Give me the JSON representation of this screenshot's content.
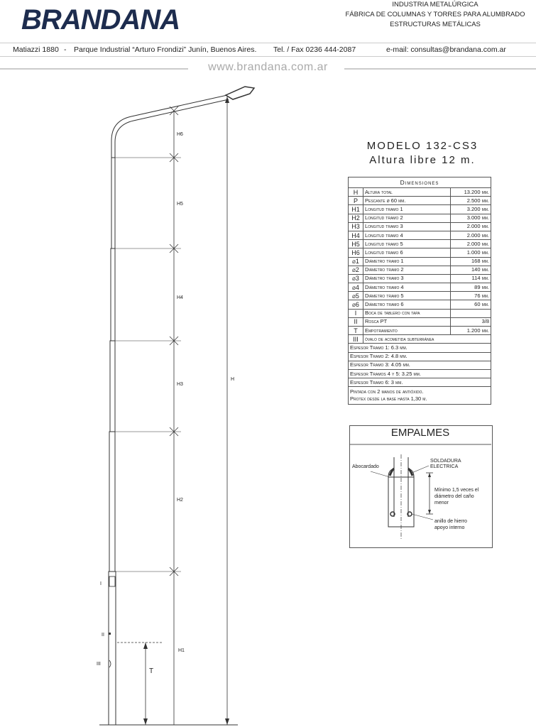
{
  "header": {
    "logo_text": "BRANDANA",
    "line1": "INDUSTRIA METALÚRGICA",
    "line2": "FÁBRICA DE COLUMNAS Y TORRES PARA ALUMBRADO",
    "line3": "ESTRUCTURAS METÁLICAS",
    "address_street": "Matiazzi 1880",
    "address_sep": "-",
    "address_park": "Parque Industrial “Arturo Frondizi”  Junín, Buenos Aires.",
    "phone": "Tel. / Fax 0236 444-2087",
    "email": "e-mail: consultas@brandana.com.ar",
    "website": "www.brandana.com.ar"
  },
  "model": {
    "title": "MODELO 132-CS3",
    "subtitle": "Altura libre 12 m."
  },
  "table": {
    "heading": "Dimensiones",
    "rows": [
      {
        "sym": "H",
        "label": "Altura total",
        "value": "13.200 mm."
      },
      {
        "sym": "P",
        "label": "Pescante ø 60 mm.",
        "value": "2.500 mm."
      },
      {
        "sym": "H1",
        "label": "Longitud tramo 1",
        "value": "3.200 mm."
      },
      {
        "sym": "H2",
        "label": "Longitud tramo 2",
        "value": "3.000 mm."
      },
      {
        "sym": "H3",
        "label": "Longitud tramo 3",
        "value": "2.000 mm."
      },
      {
        "sym": "H4",
        "label": "Longitud tramo 4",
        "value": "2.000 mm."
      },
      {
        "sym": "H5",
        "label": "Longitud tramo 5",
        "value": "2.000 mm."
      },
      {
        "sym": "H6",
        "label": "Longitud tramo 6",
        "value": "1.000 mm."
      },
      {
        "sym": "ø1",
        "label": "Diámetro tramo 1",
        "value": "168 mm."
      },
      {
        "sym": "ø2",
        "label": "Diámetro tramo 2",
        "value": "140 mm."
      },
      {
        "sym": "ø3",
        "label": "Diámetro tramo 3",
        "value": "114 mm."
      },
      {
        "sym": "ø4",
        "label": "Diámetro tramo 4",
        "value": "89 mm."
      },
      {
        "sym": "ø5",
        "label": "Diámetro tramo 5",
        "value": "76 mm."
      },
      {
        "sym": "ø6",
        "label": "Diámetro tramo 6",
        "value": "60 mm."
      },
      {
        "sym": "I",
        "label": "Boca de tablero con tapa",
        "value": ""
      },
      {
        "sym": "II",
        "label": "Rosca PT",
        "value": "3/8"
      },
      {
        "sym": "T",
        "label": "Empotramiento",
        "value": "1.200 mm."
      }
    ],
    "row_iii": {
      "sym": "III",
      "label": "óvalo de acometida subterránea"
    },
    "espesores": [
      "Espesor Tramo 1: 6.3 mm.",
      "Espesor Tramo 2: 4.8 mm.",
      "Espesor Tramo 3: 4.05 mm.",
      "Espesor Tramos 4 y 5: 3.25 mm.",
      "Espesor Tramo 6: 3 mm."
    ],
    "note1": "Pintada con 2 manos de antióxido.",
    "note2": "Protex  desde la base hasta 1,30 m."
  },
  "empalmes": {
    "title": "EMPALMES",
    "abocardado": "Abocardado",
    "soldadura1": "SOLDADURA",
    "soldadura2": "ELECTRICA",
    "minimo1": "Mínimo 1,5 veces el",
    "minimo2": "diámetro del caño",
    "minimo3": "menor",
    "anillo1": "anillo de hierro",
    "anillo2": "apoyo interno"
  },
  "diagram": {
    "labels": {
      "H": "H",
      "H1": "H1",
      "H2": "H2",
      "H3": "H3",
      "H4": "H4",
      "H5": "H5",
      "H6": "H6",
      "T": "T",
      "I": "I",
      "II": "II",
      "III": "III"
    }
  }
}
